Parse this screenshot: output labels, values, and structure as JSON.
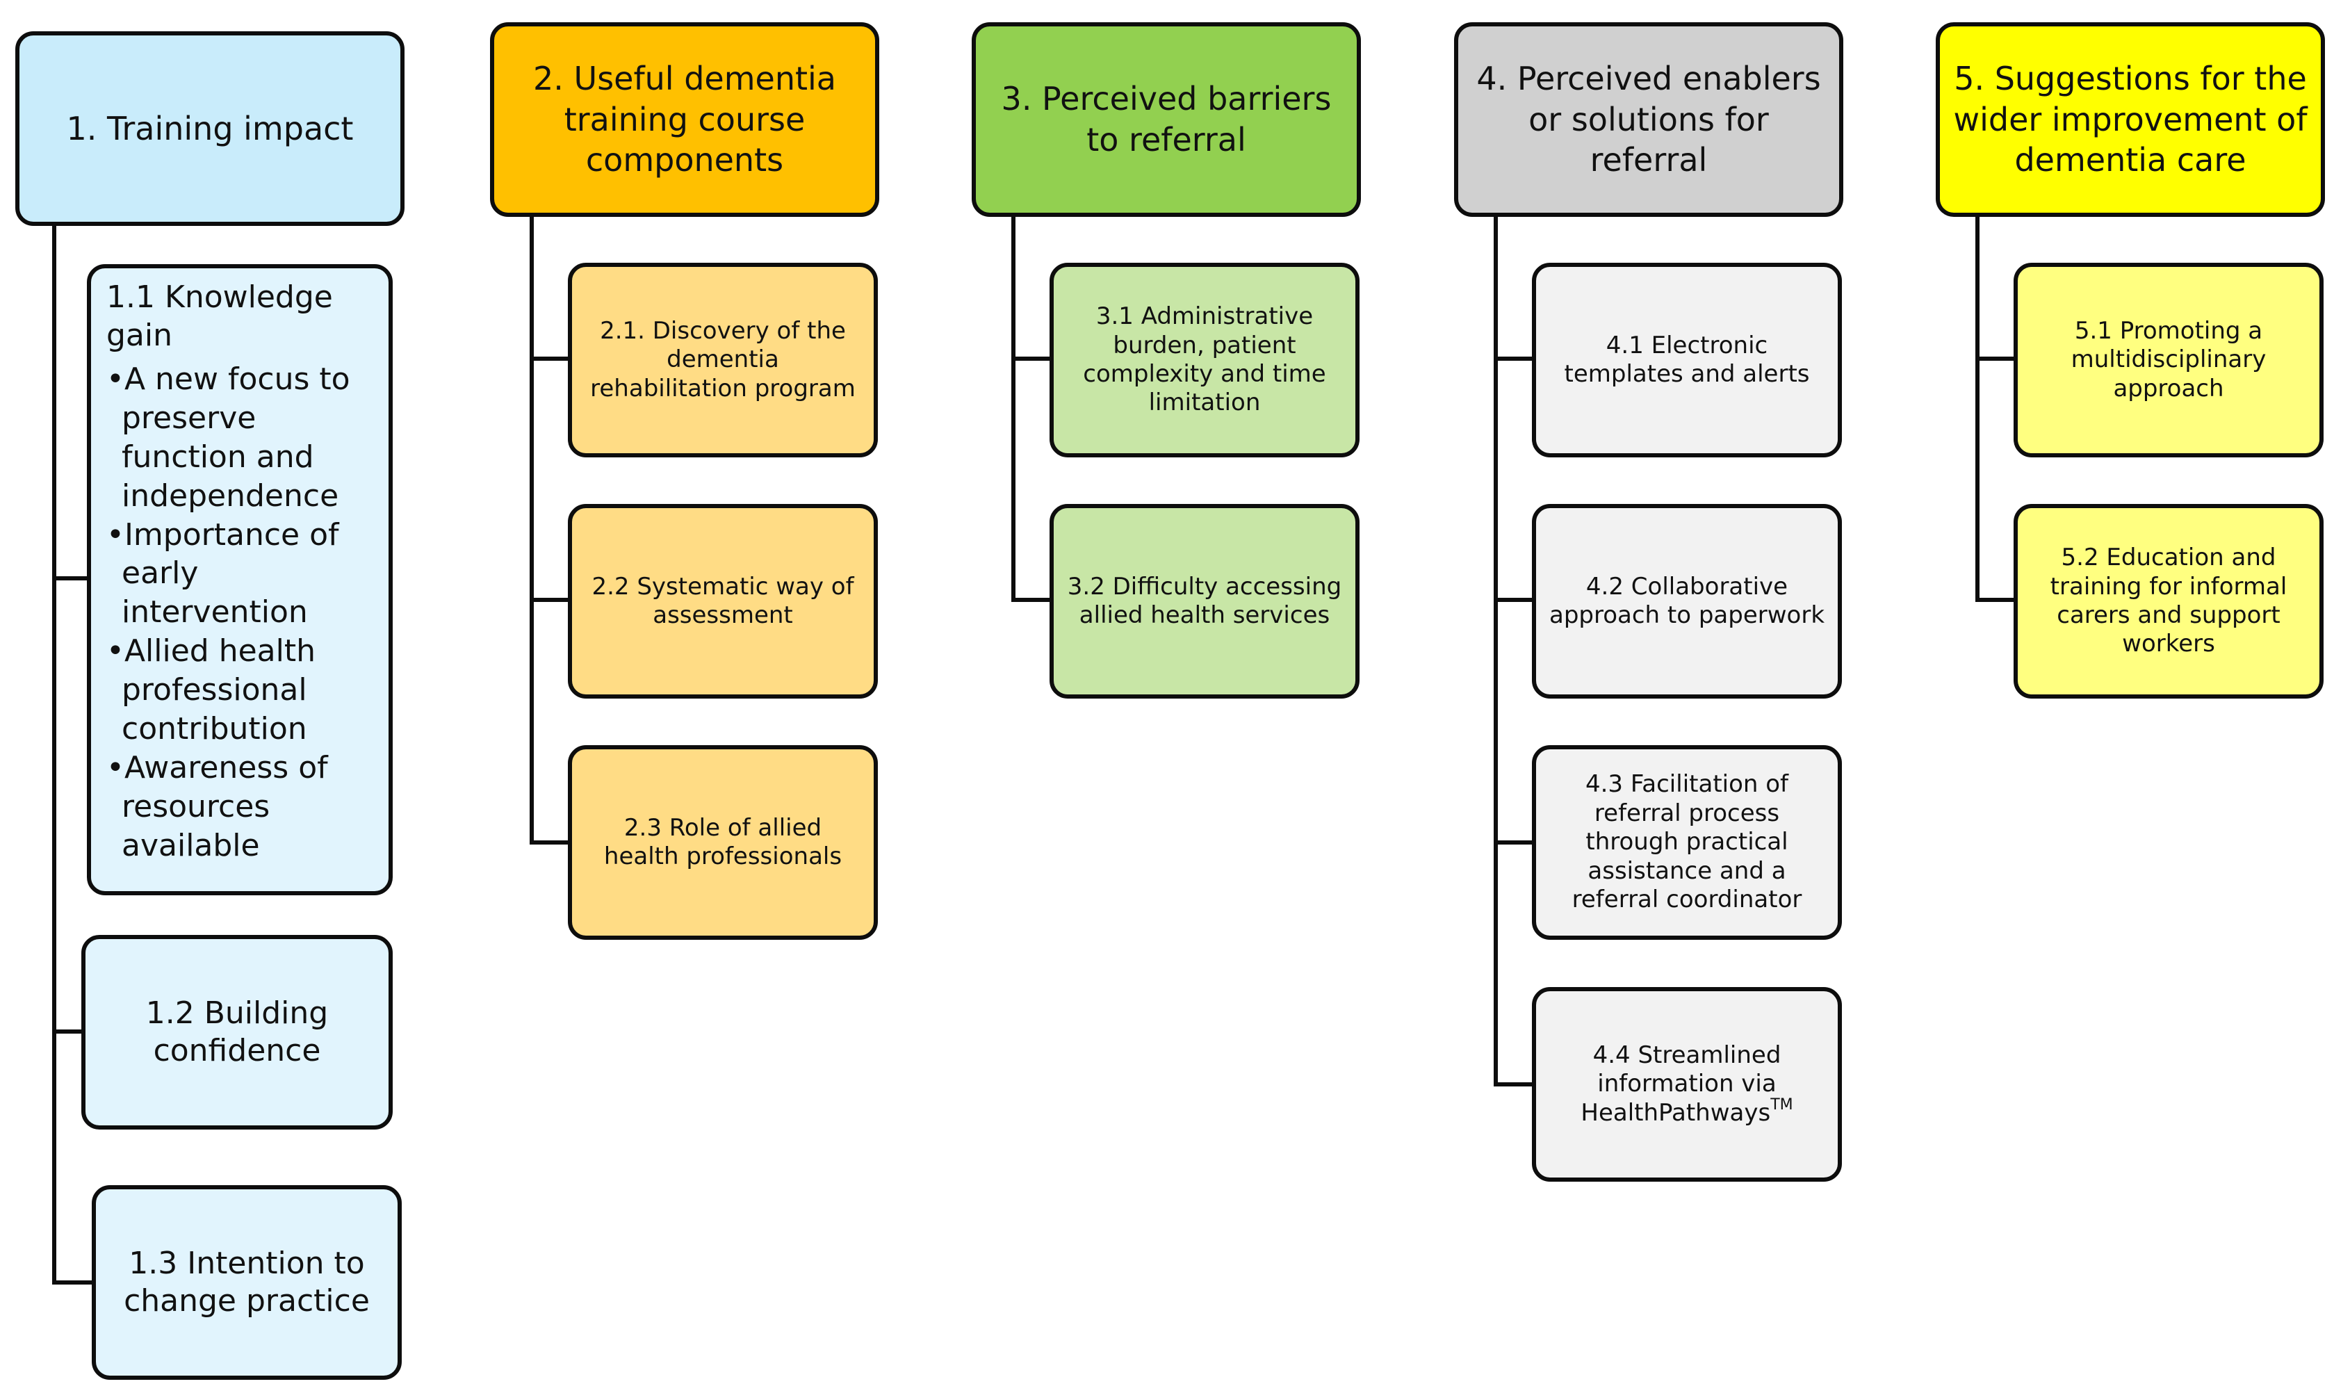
{
  "columns": [
    {
      "color": "#c9ecfb",
      "title": "1. Training impact",
      "knowledge": {
        "heading": "1.1 Knowledge gain",
        "bullets": [
          "A new focus to preserve function and independence",
          "Importance of early intervention",
          "Allied health professional contribution",
          "Awareness of resources available"
        ]
      },
      "subthemes": [
        "1.2 Building confidence",
        "1.3 Intention to change practice"
      ]
    },
    {
      "color": "#ffc000",
      "title": "2. Useful dementia training course components",
      "subthemes": [
        "2.1. Discovery of the dementia rehabilitation program",
        "2.2 Systematic way of assessment",
        "2.3 Role of allied health professionals"
      ]
    },
    {
      "color": "#92d050",
      "title": "3. Perceived barriers to referral",
      "subthemes": [
        "3.1 Administrative burden, patient complexity and time limitation",
        "3.2 Difficulty accessing allied health services"
      ]
    },
    {
      "color": "#d0d0d0",
      "title": "4. Perceived enablers or solutions for referral",
      "subthemes": [
        "4.1 Electronic templates and alerts",
        "4.2 Collaborative approach to paperwork",
        "4.3 Facilitation of referral process through practical assistance and a referral coordinator",
        "4.4 Streamlined information via HealthPathways"
      ],
      "trademark": "TM"
    },
    {
      "color": "#ffff00",
      "title": "5. Suggestions for the wider improvement of dementia care",
      "subthemes": [
        "5.1 Promoting a multidisciplinary approach",
        "5.2 Education and training for informal carers and support workers"
      ]
    }
  ]
}
